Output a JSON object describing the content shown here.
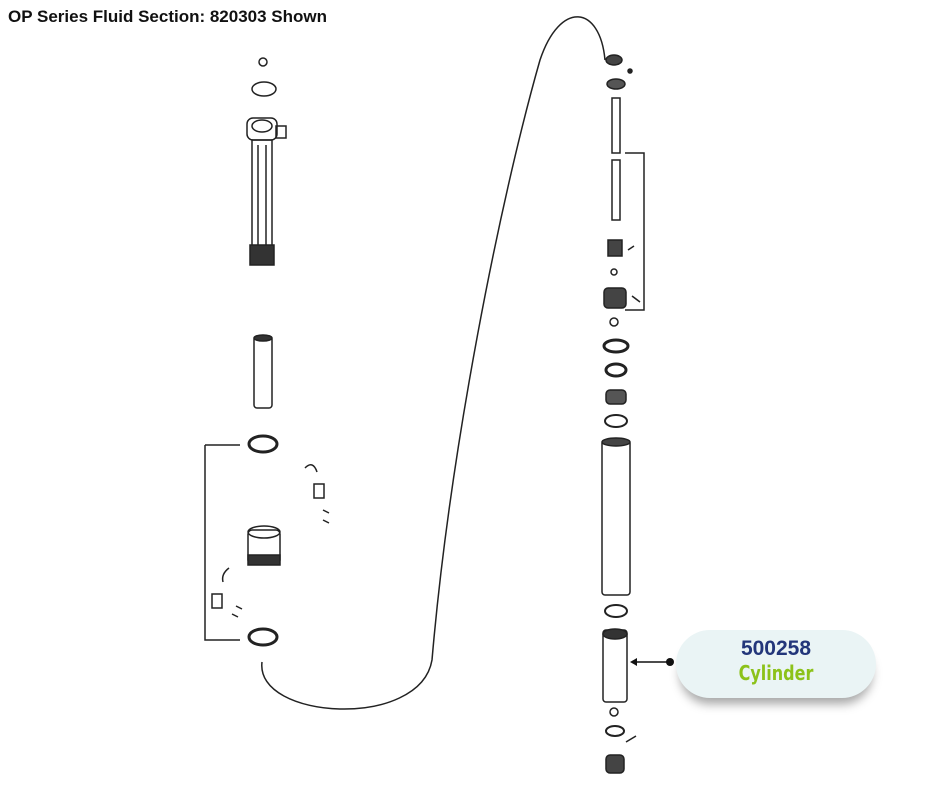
{
  "title": "OP Series Fluid Section: 820303 Shown",
  "callout": {
    "part_number": "500258",
    "part_name": "Cylinder"
  },
  "colors": {
    "part_number": "#23367a",
    "part_name": "#8cc21a",
    "callout_bg": "#eaf4f5"
  }
}
